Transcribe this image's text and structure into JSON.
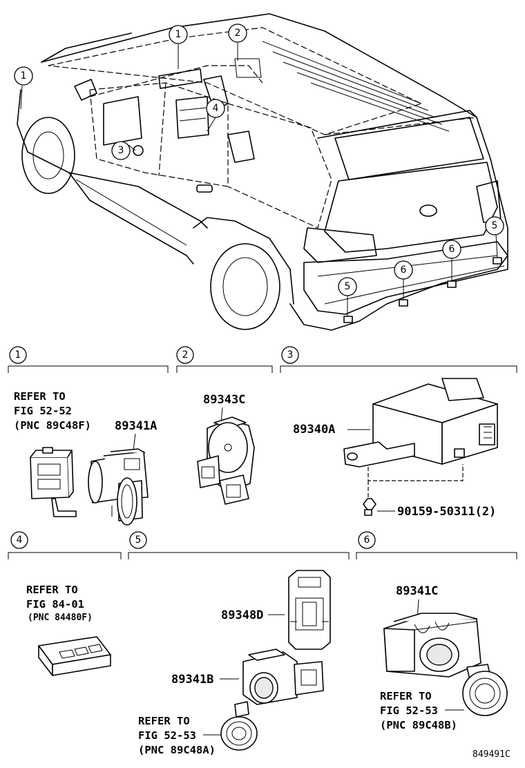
{
  "callouts": {
    "c1": "1",
    "c2": "2",
    "c3": "3",
    "c4": "4",
    "c5": "5",
    "c6": "6"
  },
  "sections": {
    "s1": {
      "number": "1",
      "refer": [
        "REFER TO",
        "FIG 52-52",
        "(PNC 89C48F)"
      ],
      "part": "89341A"
    },
    "s2": {
      "number": "2",
      "part": "89343C"
    },
    "s3": {
      "number": "3",
      "part": "89340A",
      "bolt": "90159-50311(2)"
    },
    "s4": {
      "number": "4",
      "refer": [
        "REFER TO",
        "FIG 84-01",
        "(PNC 84480F)"
      ]
    },
    "s5": {
      "number": "5",
      "part_a": "89348D",
      "part_b": "89341B",
      "refer": [
        "REFER TO",
        "FIG 52-53",
        "(PNC 89C48A)"
      ]
    },
    "s6": {
      "number": "6",
      "part": "89341C",
      "refer": [
        "REFER TO",
        "FIG 52-53",
        "(PNC 89C48B)"
      ]
    }
  },
  "diagram_code": "849491C"
}
